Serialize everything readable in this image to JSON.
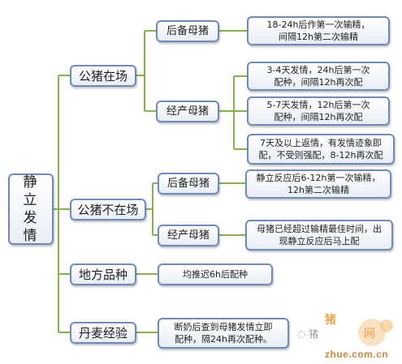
{
  "root": {
    "label": "静\n立\n发\n情"
  },
  "branches": [
    {
      "label": "公猪在场",
      "children": [
        {
          "label": "后备母猪",
          "leaves": [
            "18-24h后作第一次输精，\n间隔12h第二次输精"
          ]
        },
        {
          "label": "经产母猪",
          "leaves": [
            "3-4天发情，24h后第一次\n配种，间隔12h再次配",
            "5-7天发情，12h后第一次\n配种，间隔12h再次配",
            "7天及以上返情，有发情迹象即\n配，不受则强配，8-12h再次配"
          ]
        }
      ]
    },
    {
      "label": "公猪不在场",
      "children": [
        {
          "label": "后备母猪",
          "leaves": [
            "静立反应后6-12h第一次输精，\n12h第二次输精"
          ]
        },
        {
          "label": "经产母猪",
          "leaves": [
            "母猪已经超过输精最佳时间，出\n现静立反应后马上配"
          ]
        }
      ]
    },
    {
      "label": "地方品种",
      "leaves": [
        "均推迟6h后配种"
      ]
    },
    {
      "label": "丹麦经验",
      "leaves": [
        "断奶后查到母猪发情立即\n配种，隔24h再次配种。"
      ]
    }
  ],
  "watermark": {
    "pig_text": "猪",
    "site": "zhue.com.cn",
    "wechat": "猪"
  },
  "colors": {
    "line": "#86b24a",
    "border": "#6e8bbd",
    "watermark": "#f0a54a"
  }
}
